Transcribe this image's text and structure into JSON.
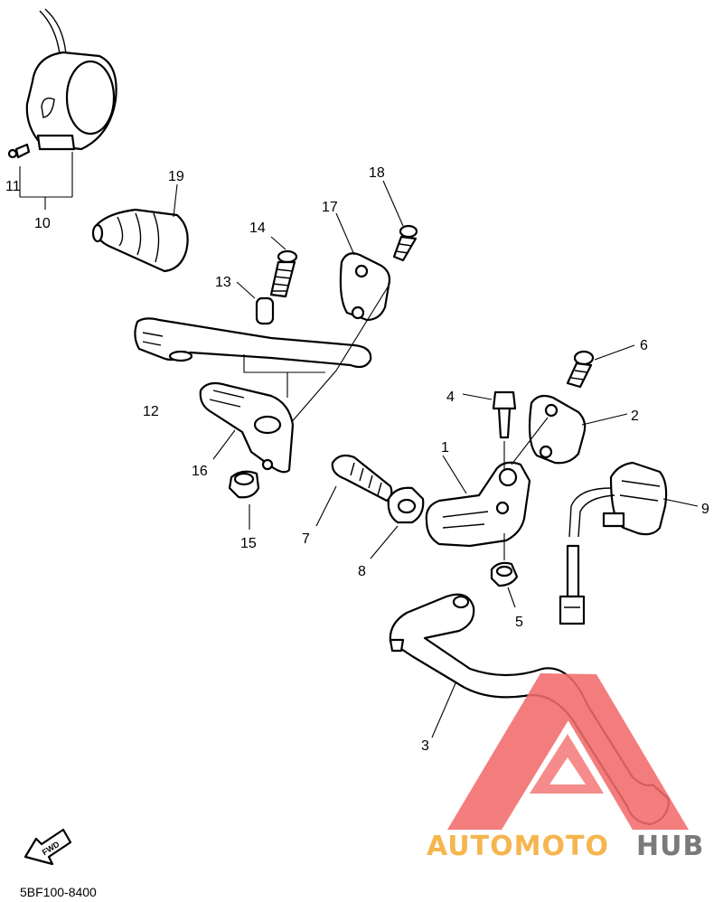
{
  "diagram": {
    "callouts": [
      "1",
      "2",
      "3",
      "4",
      "5",
      "6",
      "7",
      "8",
      "9",
      "10",
      "11",
      "12",
      "13",
      "14",
      "15",
      "16",
      "17",
      "18",
      "19"
    ],
    "fwd_label": "FWD",
    "code": "5BF100-8400"
  },
  "watermark": {
    "part1": "AUTOMOTO",
    "part2": "HUB",
    "colors": {
      "triangle": "#f26b6b",
      "auto": "#f5b64f",
      "hub": "#7a7a7a"
    }
  }
}
